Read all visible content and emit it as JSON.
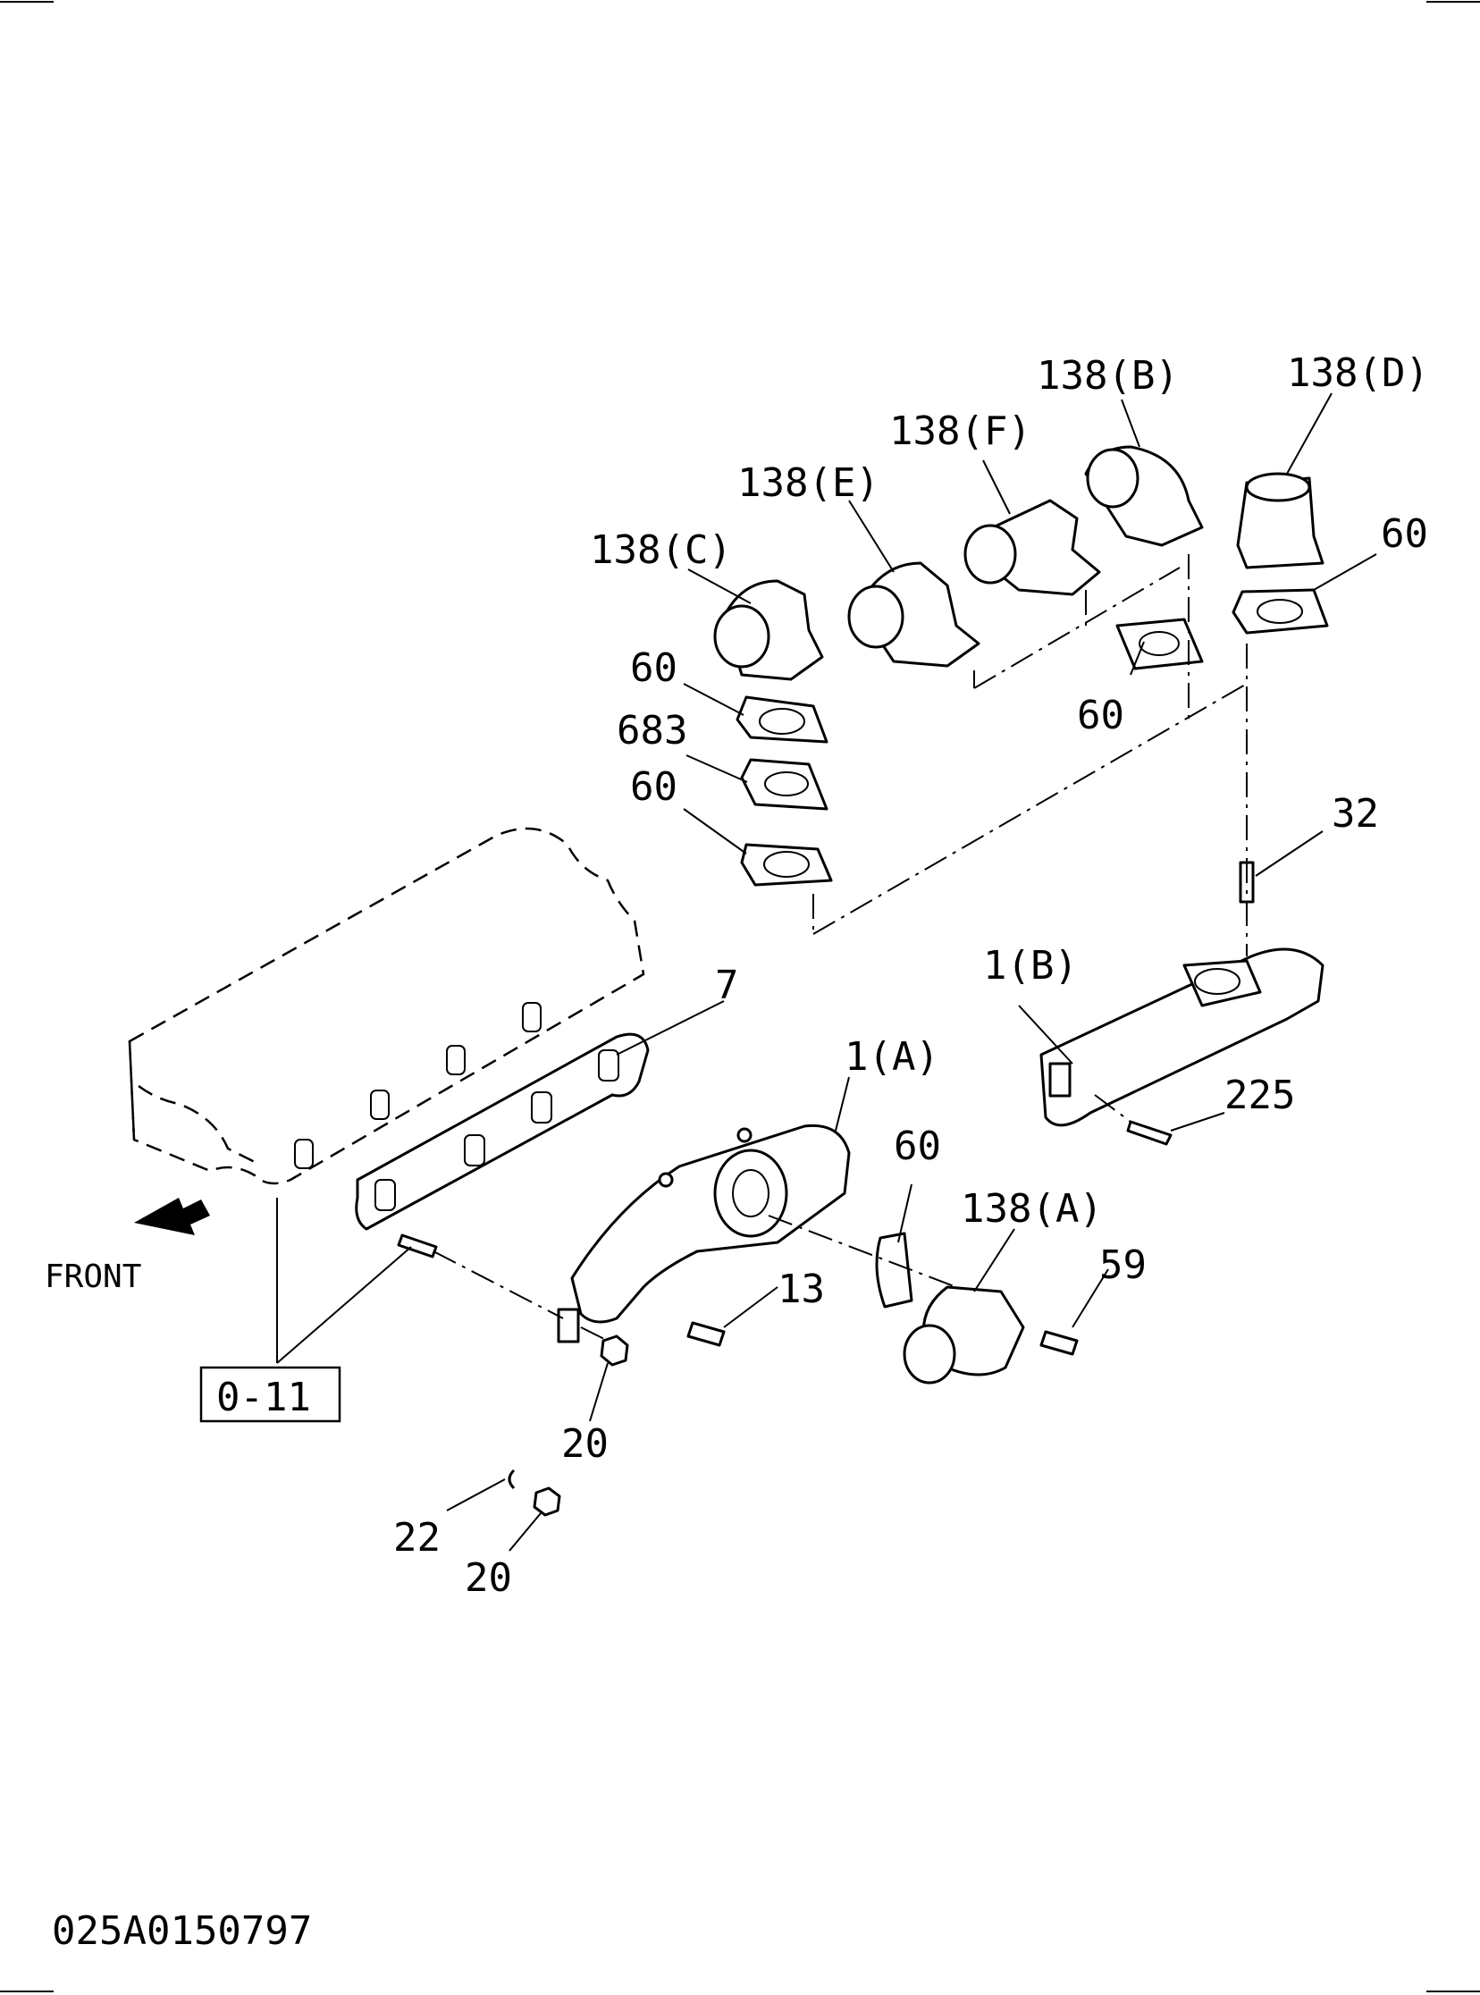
{
  "callouts": [
    {
      "id": "c138b",
      "text": "138(B)"
    },
    {
      "id": "c138d",
      "text": "138(D)"
    },
    {
      "id": "c138f",
      "text": "138(F)"
    },
    {
      "id": "c138e",
      "text": "138(E)"
    },
    {
      "id": "c138c",
      "text": "138(C)"
    },
    {
      "id": "c60a",
      "text": "60"
    },
    {
      "id": "c60b",
      "text": "60"
    },
    {
      "id": "c683",
      "text": "683"
    },
    {
      "id": "c60c",
      "text": "60"
    },
    {
      "id": "c60d",
      "text": "60"
    },
    {
      "id": "c32",
      "text": "32"
    },
    {
      "id": "c1b",
      "text": "1(B)"
    },
    {
      "id": "c7",
      "text": "7"
    },
    {
      "id": "c1a",
      "text": "1(A)"
    },
    {
      "id": "c225",
      "text": "225"
    },
    {
      "id": "c60e",
      "text": "60"
    },
    {
      "id": "c138a",
      "text": "138(A)"
    },
    {
      "id": "c59",
      "text": "59"
    },
    {
      "id": "c13",
      "text": "13"
    },
    {
      "id": "c20a",
      "text": "20"
    },
    {
      "id": "c22",
      "text": "22"
    },
    {
      "id": "c20b",
      "text": "20"
    }
  ],
  "front_label": "FRONT",
  "reference_box": "0-11",
  "drawing_code": "025A0150797"
}
